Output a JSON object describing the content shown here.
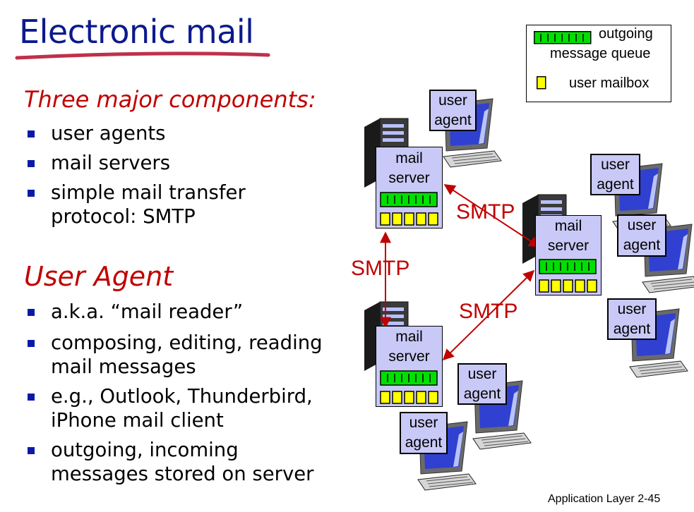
{
  "slide": {
    "title": "Electronic mail",
    "section1_heading": "Three major components:",
    "section1_bullets": [
      "user agents",
      "mail servers",
      "simple mail transfer protocol: SMTP"
    ],
    "section2_heading": "User Agent",
    "section2_bullets": [
      "a.k.a. “mail reader”",
      "composing, editing, reading mail messages",
      "e.g., Outlook, Thunderbird, iPhone mail client",
      "outgoing, incoming messages stored on server"
    ],
    "footer": "Application Layer 2-45"
  },
  "legend": {
    "queue_line1": "outgoing",
    "queue_line2": "message queue",
    "mailbox_label": "user mailbox"
  },
  "diagram": {
    "server_line1": "mail",
    "server_line2": "server",
    "agent_line1": "user",
    "agent_line2": "agent",
    "protocol_label": "SMTP",
    "colors": {
      "accent": "#c00000",
      "box_fill": "#c9c9f7",
      "queue_green": "#00e000",
      "mailbox_yellow": "#ffff00",
      "title_blue": "#0b1a8c"
    }
  }
}
